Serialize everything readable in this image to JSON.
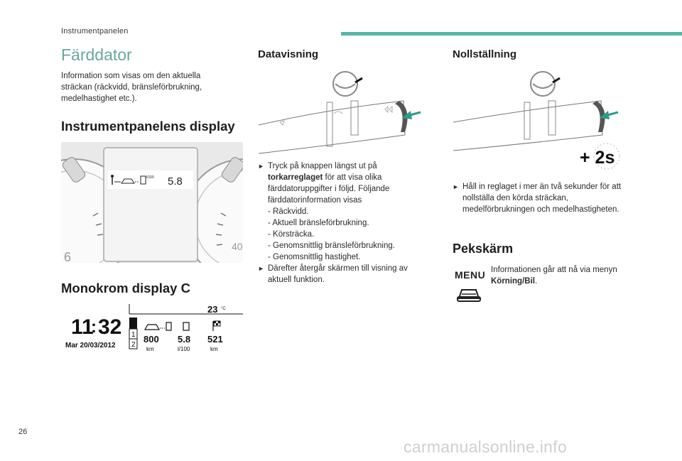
{
  "header": {
    "running_head": "Instrumentpanelen"
  },
  "left": {
    "title": "Färddator",
    "intro": "Information som visas om den aktuella sträckan (räckvidd, bränsleförbrukning, medelhastighet etc.).",
    "display_heading": "Instrumentpanelens display",
    "cluster": {
      "value": "5.8",
      "unit": "l/100",
      "gauge_left": "6",
      "gauge_right": "40"
    },
    "mono_heading": "Monokrom display C",
    "mono": {
      "time_h": "11",
      "time_m": "32",
      "date": "Mar 20/03/2012",
      "temp": "23",
      "temp_unit": "°C",
      "slot1": "1",
      "slot2": "2",
      "range_value": "800",
      "range_unit": "km",
      "cons_value": "5.8",
      "cons_unit": "l/100",
      "dist_value": "521",
      "dist_unit": "km"
    }
  },
  "middle": {
    "heading": "Datavisning",
    "p1_pre": "Tryck på knappen längst ut på ",
    "p1_bold": "torkarreglaget",
    "p1_post": " för att visa olika färddatoruppgifter i följd. Följande färddatorinformation visas",
    "items": [
      "Räckvidd.",
      "Aktuell bränsleförbrukning.",
      "Körsträcka.",
      "Genomsnittlig bränsleförbrukning.",
      "Genomsnittlig hastighet."
    ],
    "p2": "Därefter återgår skärmen till visning av aktuell funktion."
  },
  "right": {
    "heading": "Nollställning",
    "badge": "+ 2s",
    "p1": "Håll in reglaget i mer än två sekunder för att nollställa den körda sträckan, medelförbrukningen och medelhastigheten.",
    "touch_heading": "Pekskärm",
    "menu_label": "MENU",
    "touch_pre": "Informationen går att nå via menyn ",
    "touch_bold": "Körning/Bil",
    "touch_post": "."
  },
  "footer": {
    "page_number": "26",
    "watermark": "carmanualsonline.info"
  },
  "colors": {
    "accent": "#55b7a5",
    "title": "#6aa89c",
    "arrow": "#2f9c8a"
  }
}
